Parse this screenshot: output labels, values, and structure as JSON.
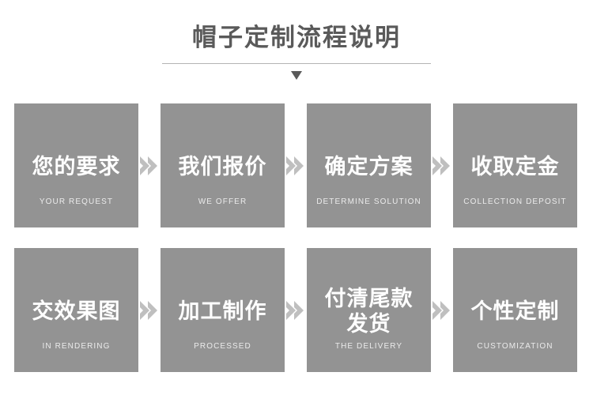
{
  "header": {
    "title": "帽子定制流程说明",
    "divider": "horizontal-rule",
    "caret": "down-triangle"
  },
  "colors": {
    "card_background": "#939393",
    "card_text": "#ffffff",
    "card_subtext": "#ebebeb",
    "title_text": "#5a5a5a",
    "divider": "#b4b4b4",
    "arrow": "#bfbfbf",
    "page_background": "#ffffff"
  },
  "flow": {
    "arrow_label": "chevron-right",
    "rows": [
      {
        "steps": [
          {
            "cn": "您的要求",
            "en": "YOUR REQUEST",
            "lines": 1
          },
          {
            "cn": "我们报价",
            "en": "WE OFFER",
            "lines": 1
          },
          {
            "cn": "确定方案",
            "en": "DETERMINE SOLUTION",
            "lines": 1
          },
          {
            "cn": "收取定金",
            "en": "COLLECTION DEPOSIT",
            "lines": 1
          }
        ]
      },
      {
        "steps": [
          {
            "cn": "交效果图",
            "en": "IN RENDERING",
            "lines": 1
          },
          {
            "cn": "加工制作",
            "en": "PROCESSED",
            "lines": 1
          },
          {
            "cn": "付清尾款\n发货",
            "en": "THE DELIVERY",
            "lines": 2
          },
          {
            "cn": "个性定制",
            "en": "CUSTOMIZATION",
            "lines": 1
          }
        ]
      }
    ]
  }
}
